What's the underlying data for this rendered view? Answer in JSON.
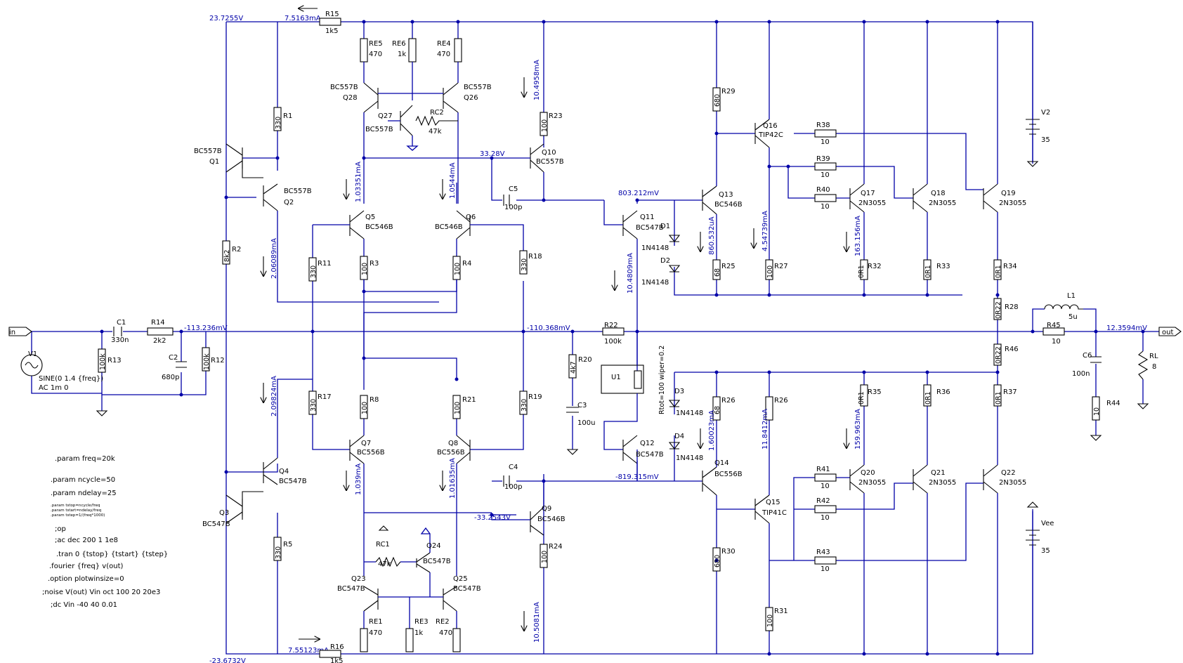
{
  "labels": {
    "v_rail_pos": "23.7255V",
    "v_rail_neg": "-23.6732V",
    "i_r15": "7.5163mA",
    "i_r16": "7.55123mA",
    "v_in_node": "-113.236mV",
    "v_fb_node": "-110.368mV",
    "v_out_node": "12.3594mV",
    "v_q10b": "33.28V",
    "v_q9b": "-33.2543V",
    "v_bias_top": "803.212mV",
    "v_bias_bot": "-819.315mV",
    "i_q2": "2.06089mA",
    "i_q4": "2.09824mA",
    "i_q5": "1.03351mA",
    "i_q6": "1.0544mA",
    "i_q7": "1.039mA",
    "i_q8": "1.01635mA",
    "i_q10": "10.4958mA",
    "i_q9": "10.5081mA",
    "i_q11": "10.4809mA",
    "i_q13": "860.532uA",
    "i_q16": "4.54739mA",
    "i_q17": "163.156mA",
    "i_q14": "1.60023mA",
    "i_q15": "11.8412mA",
    "i_q20": "159.963mA"
  },
  "components": {
    "R15": "R15",
    "R15v": "1k5",
    "R16": "R16",
    "R16v": "1k5",
    "RE5": "RE5",
    "RE5v": "470",
    "RE6": "RE6",
    "RE6v": "1k",
    "RE4": "RE4",
    "RE4v": "470",
    "RE1": "RE1",
    "RE1v": "470",
    "RE3": "RE3",
    "RE3v": "1k",
    "RE2": "RE2",
    "RE2v": "470",
    "RC2": "RC2",
    "RC2v": "47k",
    "RC1": "RC1",
    "RC1v": "47k",
    "R1": "R1",
    "R1v": "330",
    "R2": "R2",
    "R2v": "8k2",
    "R5": "R5",
    "R5v": "330",
    "R3": "R3",
    "R3v": "100",
    "R4": "R4",
    "R4v": "100",
    "R8": "R8",
    "R8v": "100",
    "R21": "R21",
    "R21v": "100",
    "R11": "R11",
    "R11v": "330",
    "R17": "R17",
    "R17v": "330",
    "R18": "R18",
    "R18v": "330",
    "R19": "R19",
    "R19v": "330",
    "R23": "R23",
    "R23v": "100",
    "R24": "R24",
    "R24v": "100",
    "R13": "R13",
    "R13v": "100k",
    "R12": "R12",
    "R12v": "100k",
    "R14": "R14",
    "R14v": "2k2",
    "R20": "R20",
    "R20v": "4k7",
    "R22": "R22",
    "R22v": "100k",
    "R29": "R29",
    "R29v": "680",
    "R30": "R30",
    "R30v": "680",
    "R25": "R25",
    "R25v": "68",
    "R26": "R26",
    "R26v": "68",
    "R27": "R27",
    "R27v": "100",
    "R31": "R31",
    "R31v": "100",
    "R32": "R32",
    "R32v": "0R1",
    "R33": "R33",
    "R33v": "0R1",
    "R34": "R34",
    "R34v": "0R1",
    "R35": "R35",
    "R35v": "0R1",
    "R36": "R36",
    "R36v": "0R1",
    "R37": "R37",
    "R37v": "0R1",
    "R28": "R28",
    "R28v": "0R22",
    "R46": "R46",
    "R46v": "0R22",
    "R38": "R38",
    "R38v": "10",
    "R39": "R39",
    "R39v": "10",
    "R40": "R40",
    "R40v": "10",
    "R41": "R41",
    "R41v": "10",
    "R42": "R42",
    "R42v": "10",
    "R43": "R43",
    "R43v": "10",
    "R45": "R45",
    "R45v": "10",
    "R44": "R44",
    "R44v": "10",
    "RL": "RL",
    "RLv": "8",
    "C1": "C1",
    "C1v": "330n",
    "C2": "C2",
    "C2v": "680p",
    "C3": "C3",
    "C3v": "100u",
    "C4": "C4",
    "C4v": "100p",
    "C5": "C5",
    "C5v": "100p",
    "C6": "C6",
    "C6v": "100n",
    "L1": "L1",
    "L1v": "5u",
    "V1": "V1",
    "V2": "V2",
    "V2v": "35",
    "Vee": "Vee",
    "Veev": "35",
    "U1": "U1",
    "U1v": "Rtot=100 wiper=0.2",
    "D1": "D1",
    "D2": "D2",
    "D3": "D3",
    "D4": "D4",
    "diode": "1N4148",
    "Q1": "Q1",
    "Q2": "Q2",
    "Q3": "Q3",
    "Q4": "Q4",
    "Q5": "Q5",
    "Q6": "Q6",
    "Q7": "Q7",
    "Q8": "Q8",
    "Q9": "Q9",
    "Q10": "Q10",
    "Q11": "Q11",
    "Q12": "Q12",
    "Q13": "Q13",
    "Q14": "Q14",
    "Q15": "Q15",
    "Q16": "Q16",
    "Q17": "Q17",
    "Q18": "Q18",
    "Q19": "Q19",
    "Q20": "Q20",
    "Q21": "Q21",
    "Q22": "Q22",
    "Q23": "Q23",
    "Q24": "Q24",
    "Q25": "Q25",
    "Q26": "Q26",
    "Q27": "Q27",
    "Q28": "Q28",
    "BC557B": "BC557B",
    "BC547B": "BC547B",
    "BC546B": "BC546B",
    "BC556B": "BC556B",
    "TIP42C": "TIP42C",
    "TIP41C": "TIP41C",
    "N3055": "2N3055",
    "V1sig1": "SINE(0 1.4 {freq})",
    "V1sig2": "AC 1m 0",
    "port_in": "in",
    "port_out": "out"
  },
  "directives": [
    ".param freq=20k",
    ".param ncycle=50",
    ".param ndelay=25",
    ".param tstop=ncycle/freq",
    ".param tstart=ndelay/freq",
    ".param tstep=1/(freq*1000)",
    ";op",
    ";ac dec 200 1 1e8",
    ".tran 0 {tstop} {tstart} {tstep}",
    ".fourier {freq} v(out)",
    ".option plotwinsize=0",
    ";noise V(out) Vin oct 100 20 20e3",
    ";dc Vin -40 40 0.01"
  ]
}
